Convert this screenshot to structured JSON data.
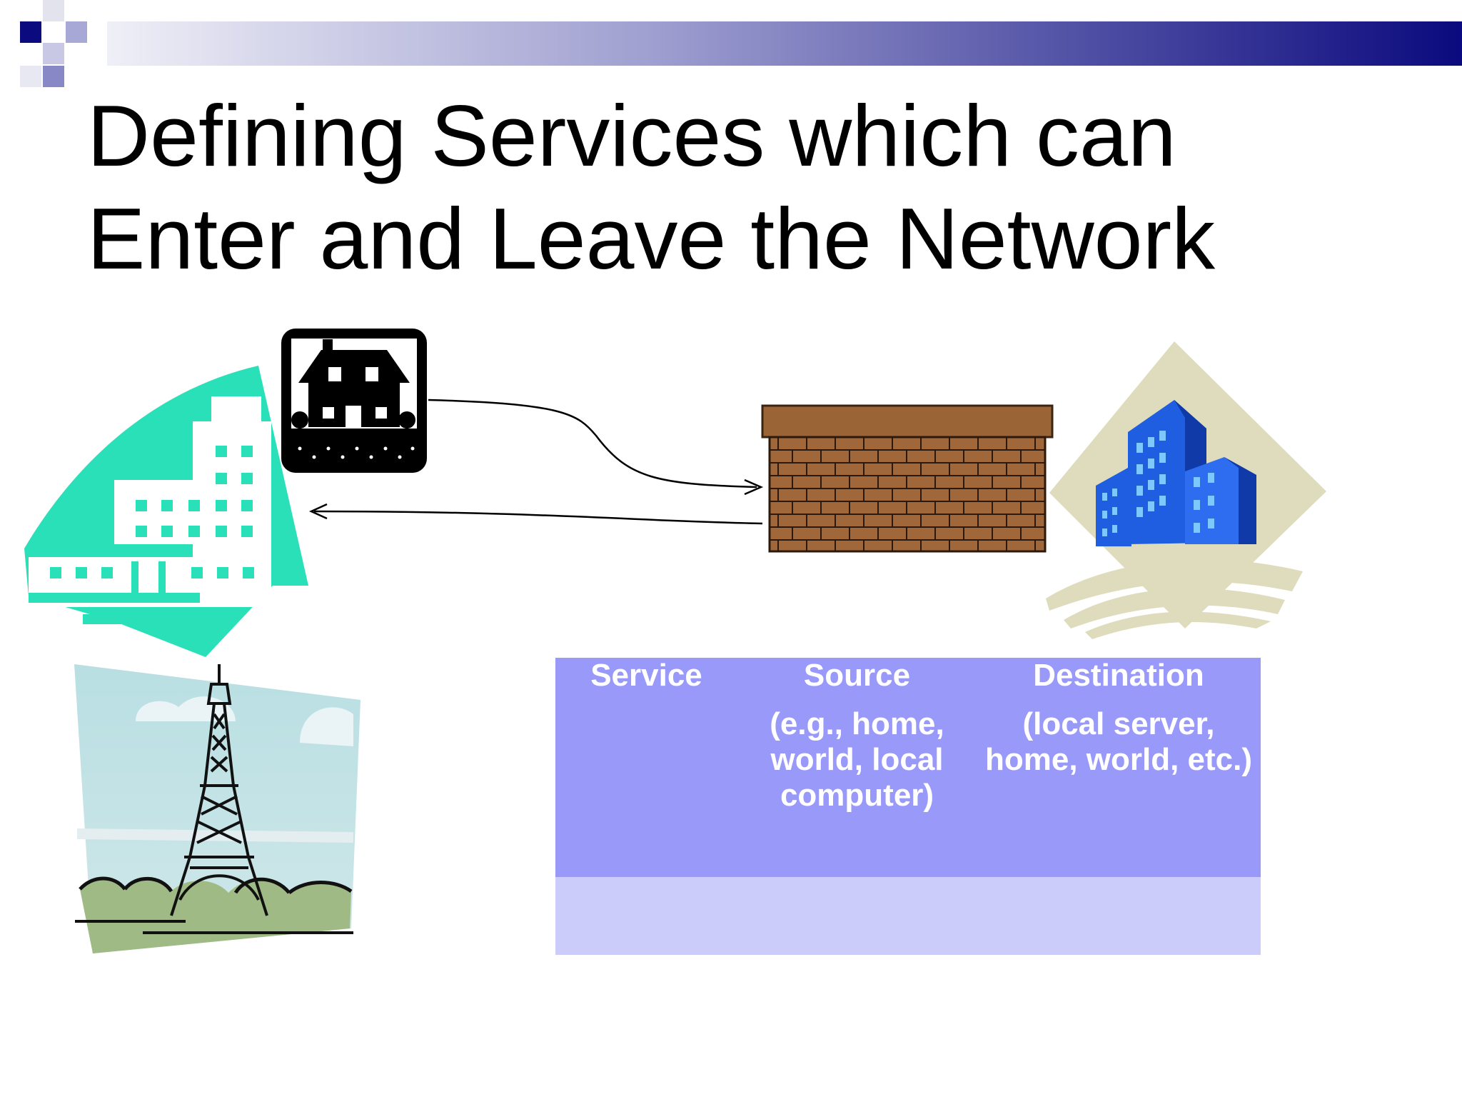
{
  "slide": {
    "title_lines": [
      "Defining Services which can",
      "Enter and Leave the Network"
    ]
  },
  "colors": {
    "accent_navy": "#0b0a7e",
    "table_header": "#9999fa",
    "table_row": "#ccccfb",
    "building_teal": "#29e0b8",
    "brick_brown": "#a0673a"
  },
  "icons": [
    "house-icon",
    "office-building-icon",
    "brick-wall-icon",
    "skyscraper-icon",
    "eiffel-tower-icon"
  ],
  "table": {
    "columns": [
      {
        "label": "Service",
        "sub": ""
      },
      {
        "label": "Source",
        "sub": "(e.g., home, world, local computer)"
      },
      {
        "label": "Destination",
        "sub": "(local server, home, world, etc.)"
      }
    ],
    "rows": [
      [
        "",
        "",
        ""
      ]
    ]
  }
}
